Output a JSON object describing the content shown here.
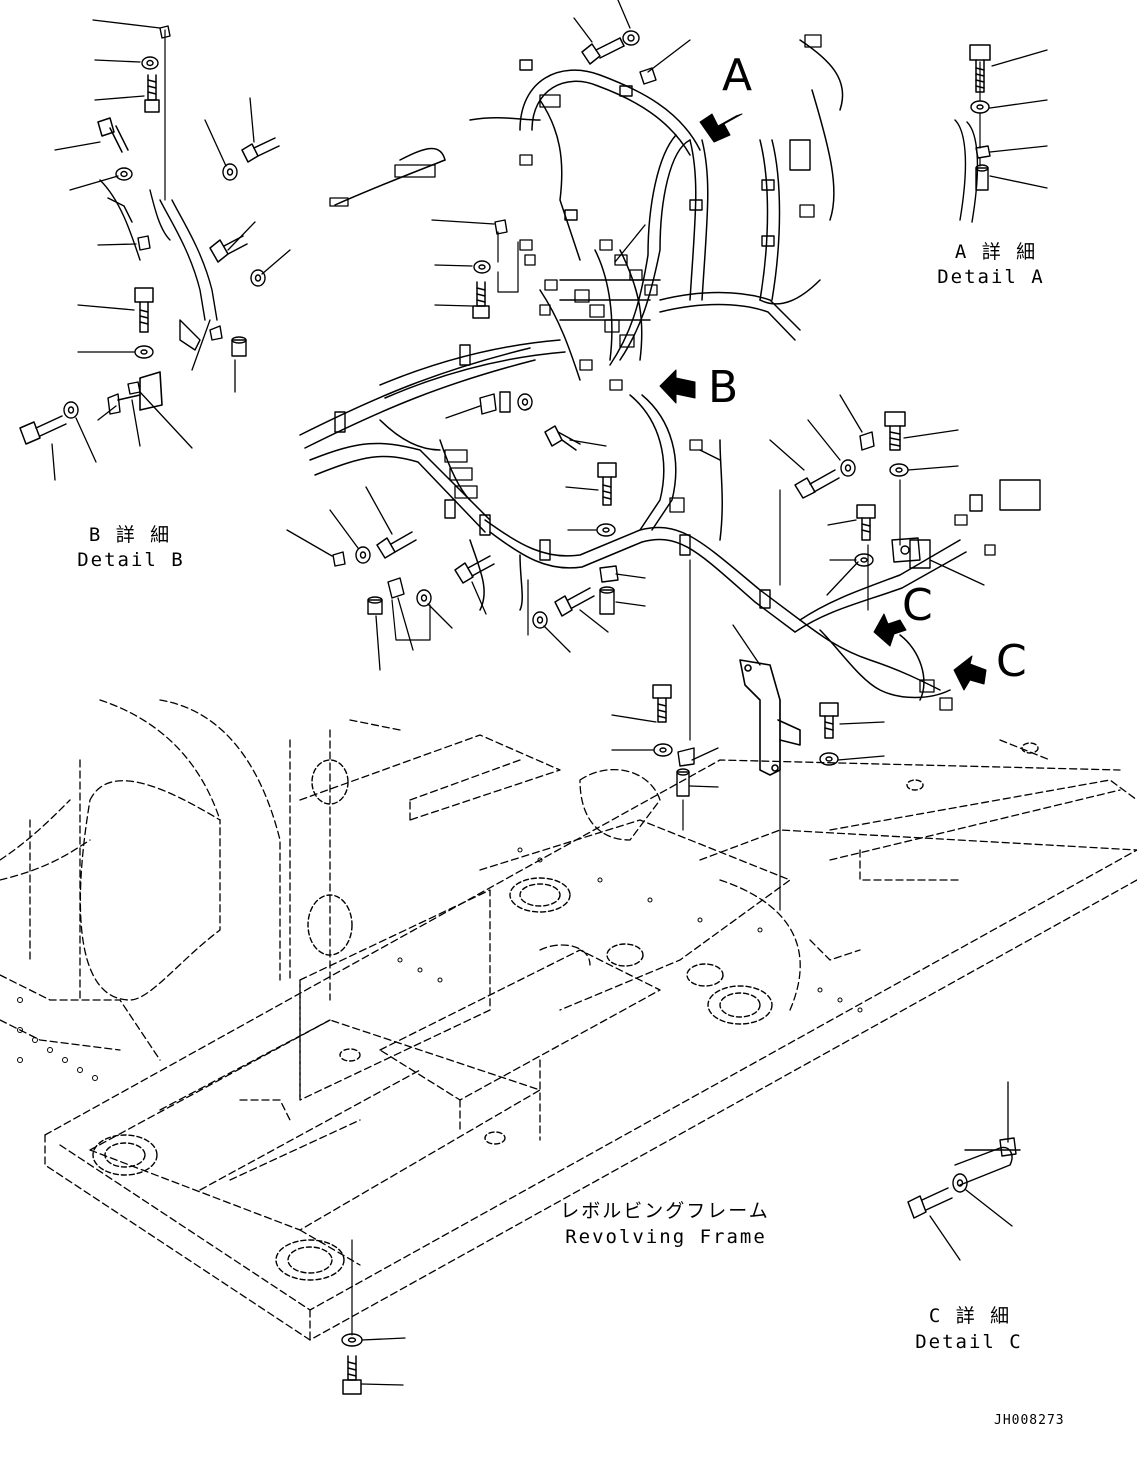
{
  "callouts": {
    "a": "A",
    "b": "B",
    "c1": "C",
    "c2": "C"
  },
  "details": {
    "a_jp": "A 詳 細",
    "a_en": "Detail A",
    "b_jp": "B 詳 細",
    "b_en": "Detail B",
    "c_jp": "C 詳 細",
    "c_en": "Detail C"
  },
  "frame": {
    "jp": "レボルビングフレーム",
    "en": "Revolving Frame"
  },
  "drawing_code": "JH008273",
  "colors": {
    "ink": "#000000",
    "paper": "#ffffff"
  }
}
